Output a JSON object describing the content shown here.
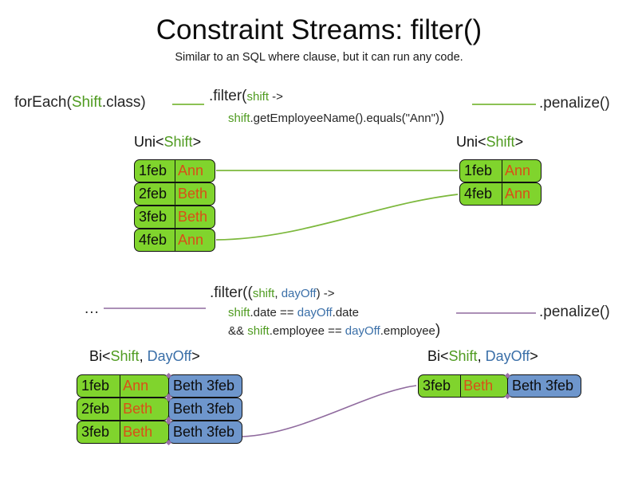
{
  "header": {
    "title": "Constraint Streams: filter()",
    "subtitle": "Similar to an SQL where clause, but it can run any code."
  },
  "colors": {
    "shift_fact": "#80d42d",
    "dayoff_fact": "#6e96cc",
    "shift_keyword": "#4f9b20",
    "dayoff_keyword": "#3a6fa8",
    "employee_name": "#d94f17",
    "uni_connector": "#7cb83c",
    "bi_connector": "#8f6a9e",
    "card_border": "#111111"
  },
  "uni_section": {
    "source_call": {
      "prefix": "forEach(",
      "type": "Shift",
      "suffix": ".class)"
    },
    "filter_call": {
      "line1_prefix": ".filter(",
      "line1_param": "shift",
      "line1_suffix": " ->",
      "line2_param": "shift",
      "line2_body": ".getEmployeeName().equals(\"Ann\")",
      "line2_close": ")"
    },
    "terminal_call": ".penalize()",
    "input_label": {
      "prefix": "Uni<",
      "type": "Shift",
      "suffix": ">"
    },
    "output_label": {
      "prefix": "Uni<",
      "type": "Shift",
      "suffix": ">"
    },
    "input_rows": [
      {
        "date": "1feb",
        "name": "Ann",
        "matched": true
      },
      {
        "date": "2feb",
        "name": "Beth",
        "matched": false
      },
      {
        "date": "3feb",
        "name": "Beth",
        "matched": false
      },
      {
        "date": "4feb",
        "name": "Ann",
        "matched": true
      }
    ],
    "output_rows": [
      {
        "date": "1feb",
        "name": "Ann"
      },
      {
        "date": "4feb",
        "name": "Ann"
      }
    ]
  },
  "bi_section": {
    "source_call": "...",
    "filter_call": {
      "line1_prefix": ".filter((",
      "line1_param1": "shift",
      "line1_sep": ", ",
      "line1_param2": "dayOff",
      "line1_suffix": ") ->",
      "line2_param1": "shift",
      "line2_mid": ".date == ",
      "line2_param2": "dayOff",
      "line2_end": ".date",
      "line3_prefix": "&& ",
      "line3_param1": "shift",
      "line3_mid": ".employee == ",
      "line3_param2": "dayOff",
      "line3_end": ".employee",
      "line3_close": ")"
    },
    "terminal_call": ".penalize()",
    "input_label": {
      "prefix": "Bi<",
      "type1": "Shift",
      "sep": ", ",
      "type2": "DayOff",
      "suffix": ">"
    },
    "output_label": {
      "prefix": "Bi<",
      "type1": "Shift",
      "sep": ", ",
      "type2": "DayOff",
      "suffix": ">"
    },
    "input_rows": [
      {
        "date": "1feb",
        "name": "Ann",
        "dayoff": "Beth 3feb",
        "matched": false
      },
      {
        "date": "2feb",
        "name": "Beth",
        "dayoff": "Beth 3feb",
        "matched": false
      },
      {
        "date": "3feb",
        "name": "Beth",
        "dayoff": "Beth 3feb",
        "matched": true
      }
    ],
    "output_rows": [
      {
        "date": "3feb",
        "name": "Beth",
        "dayoff": "Beth 3feb"
      }
    ]
  }
}
